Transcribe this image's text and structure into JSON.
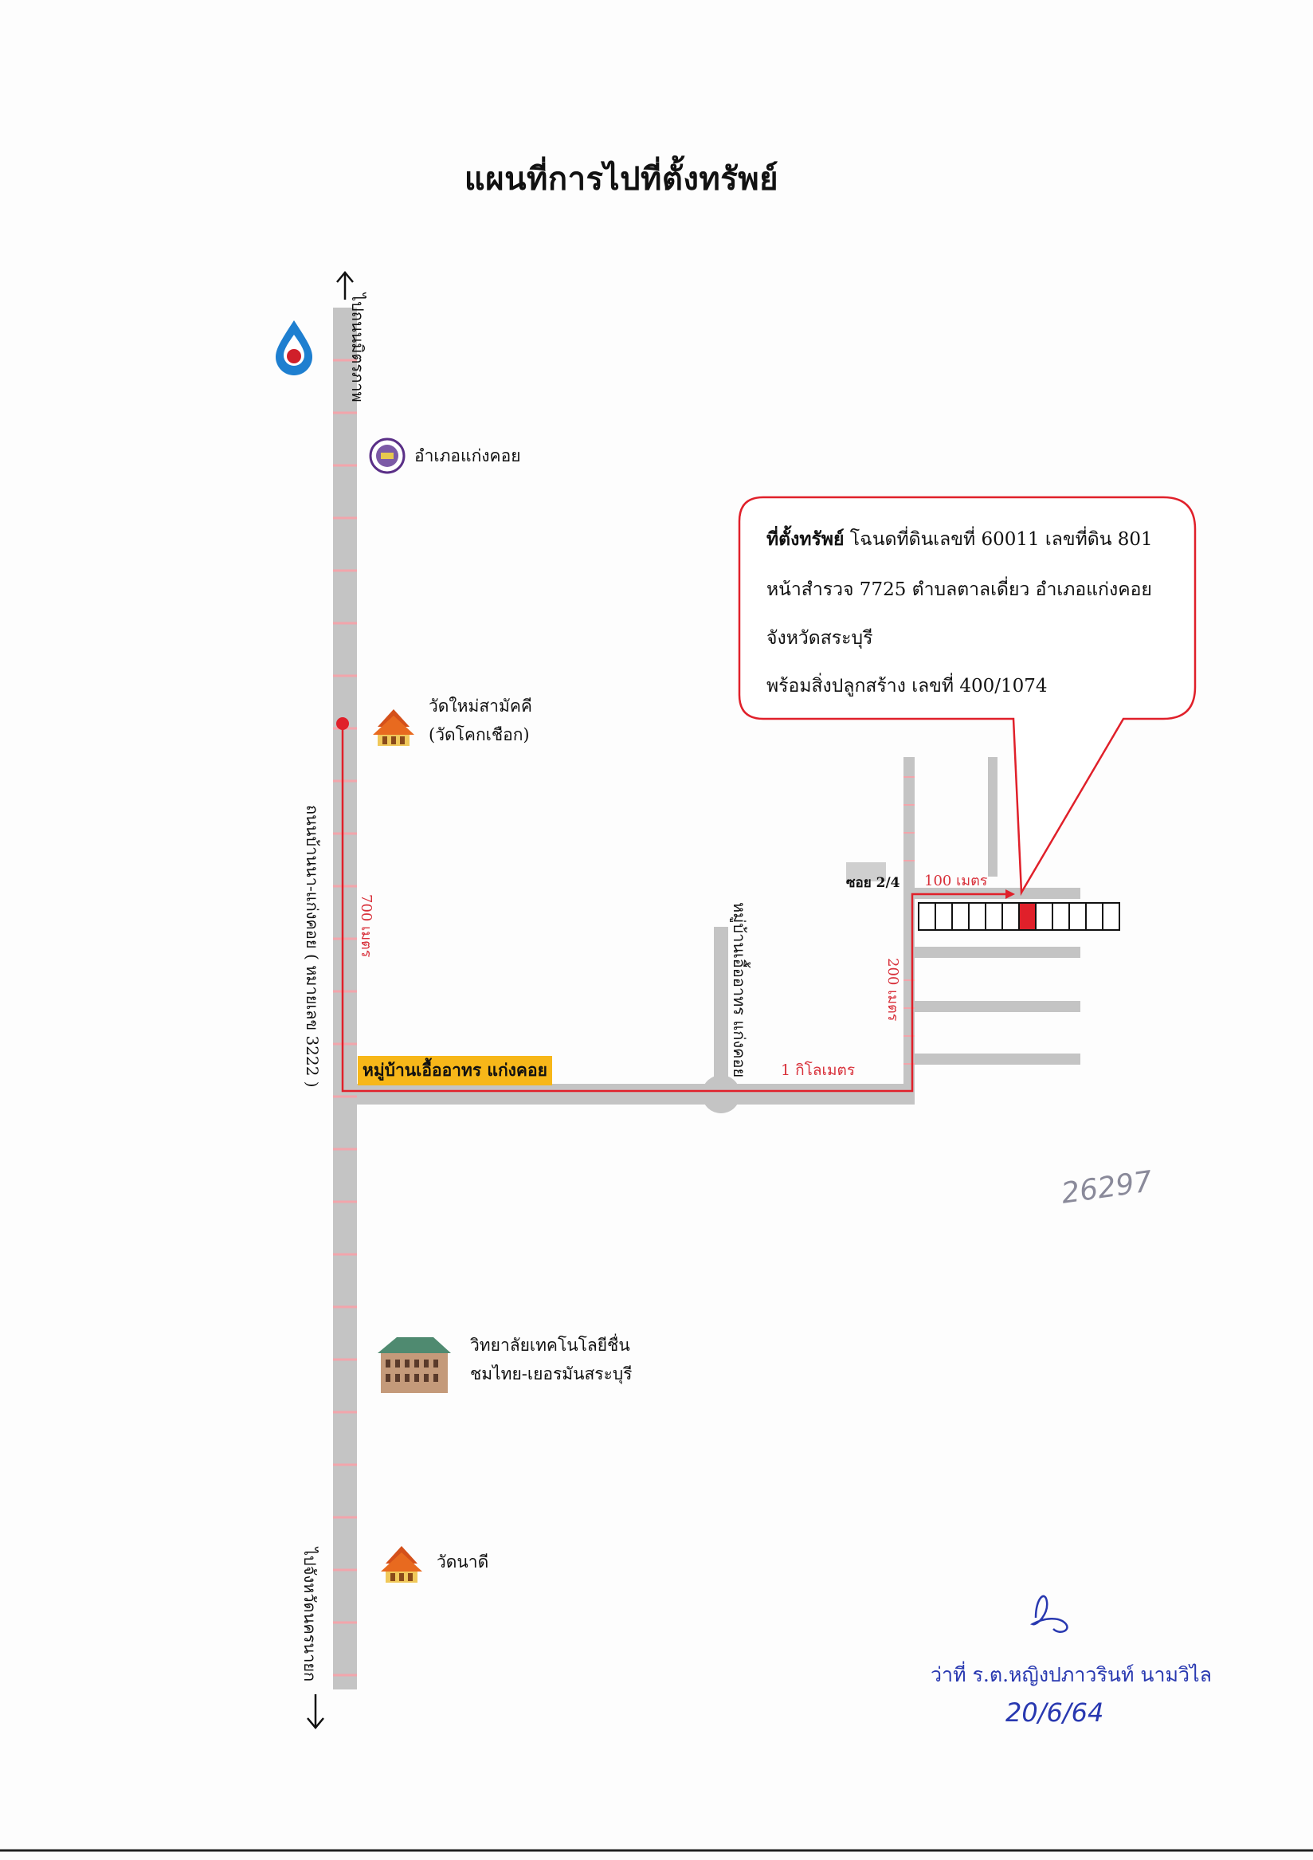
{
  "title": "แผนที่การไปที่ตั้งทรัพย์",
  "roads": {
    "main_road": "ถนนบ้านนา-แก่งคอย ( หมายเลข 3222 )",
    "north_to": "ไปถนนมิตรภาพ",
    "south_to": "ไปจังหวัดนครนายก",
    "village_road": "หมู่บ้านเอื้ออาทร แก่งคอย",
    "soi": "ซอย 2/4"
  },
  "distances": {
    "d700": "700 เมตร",
    "d1km": "1 กิโลเมตร",
    "d200": "200 เมตร",
    "d100": "100 เมตร"
  },
  "landmarks": {
    "district": "อำเภอแก่งคอย",
    "temple1_line1": "วัดใหม่สามัคคี",
    "temple1_line2": "(วัดโคกเชือก)",
    "village_sign": "หมู่บ้านเอื้ออาทร แก่งคอย",
    "college_line1": "วิทยาลัยเทคโนโลยีชื่น",
    "college_line2": "ชมไทย-เยอรมันสระบุรี",
    "temple2": "วัดนาดี"
  },
  "callout": {
    "label_bold": "ที่ตั้งทรัพย์",
    "line1_rest": " โฉนดที่ดินเลขที่ 60011 เลขที่ดิน 801",
    "line2": "หน้าสำรวจ 7725 ตำบลตาลเดี่ยว อำเภอแก่งคอย",
    "line3": "จังหวัดสระบุรี",
    "line4": "พร้อมสิ่งปลูกสร้าง เลขที่ 400/1074"
  },
  "handwritten_number": "26297",
  "signature": {
    "name": "ว่าที่ ร.ต.หญิงปภาวรินท์ นามวิไล",
    "date": "20/6/64"
  },
  "colors": {
    "road": "#c4c4c4",
    "route": "#e0202a",
    "highlight": "#f7b719",
    "ink": "#2838b0"
  }
}
